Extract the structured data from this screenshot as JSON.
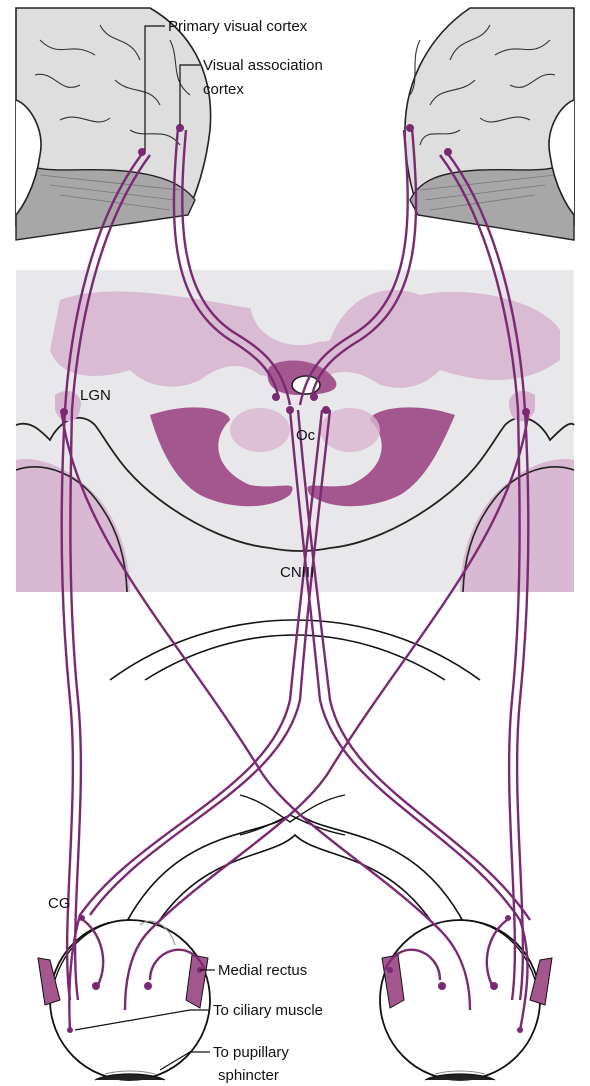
{
  "labels": {
    "primary_visual_cortex": "Primary visual cortex",
    "visual_association_line1": "Visual association",
    "visual_association_line2": "cortex",
    "lgn": "LGN",
    "oc": "Oc",
    "cniii": "CNIII",
    "cg": "CG",
    "medial_rectus": "Medial rectus",
    "to_ciliary_muscle": "To ciliary muscle",
    "to_pupillary_line1": "To pupillary",
    "to_pupillary_line2": "sphincter"
  },
  "colors": {
    "pathway": "#7a2a72",
    "brainstem_fill": "#d6b3cf",
    "brainstem_dark": "#a4578f",
    "section_bg": "#e8e8ea",
    "cortex_fill": "#d9d9d9",
    "cerebellum": "#a9a9a9"
  }
}
